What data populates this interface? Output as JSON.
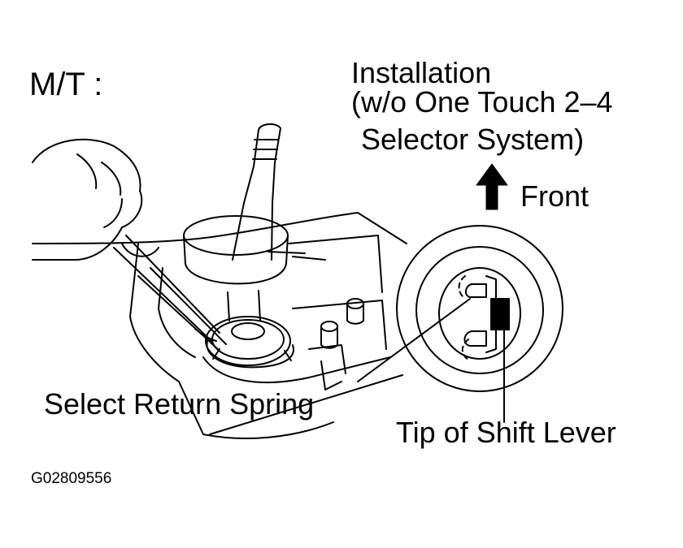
{
  "labels": {
    "transmission": "M/T :",
    "installation_line1": "Installation",
    "installation_line2": "(w/o One Touch 2–4",
    "installation_line3": "Selector System)",
    "front": "Front",
    "select_return_spring": "Select Return Spring",
    "tip_of_shift_lever": "Tip of Shift Lever",
    "figure_id": "G02809556"
  },
  "colors": {
    "line": "#000000",
    "background": "#ffffff"
  },
  "icons": {
    "front_arrow": "arrow-up-icon"
  }
}
